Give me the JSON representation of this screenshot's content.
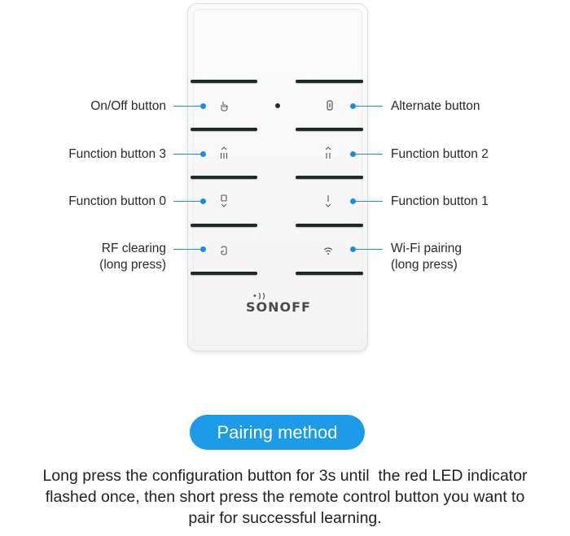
{
  "device": {
    "brand": "SONOFF",
    "buttons": {
      "on_off": {
        "label": "On/Off button",
        "icon": "power-hand-icon"
      },
      "alternate": {
        "label": "Alternate button",
        "icon": "toggle-icon"
      },
      "function_3": {
        "label": "Function button 3",
        "icon": "three-bars-up-icon"
      },
      "function_2": {
        "label": "Function button 2",
        "icon": "two-bars-up-icon"
      },
      "function_0": {
        "label": "Function button 0",
        "icon": "square-down-icon"
      },
      "function_1": {
        "label": "Function button 1",
        "icon": "bar-down-icon"
      },
      "rf_clearing": {
        "label_line1": "RF clearing",
        "label_line2": "(long press)",
        "icon": "rf-clear-icon"
      },
      "wifi_pairing": {
        "label_line1": "Wi-Fi pairing",
        "label_line2": "(long press)",
        "icon": "wifi-icon"
      }
    }
  },
  "pairing": {
    "title": "Pairing method",
    "line1": "Long press the configuration button for 3s until  the red LED indicator",
    "line2": "flashed once, then short press the remote control button you want to",
    "line3": "pair for successful learning."
  },
  "colors": {
    "accent": "#1b9be8",
    "leader": "#1a8fd9",
    "separator": "#1d2a23"
  }
}
